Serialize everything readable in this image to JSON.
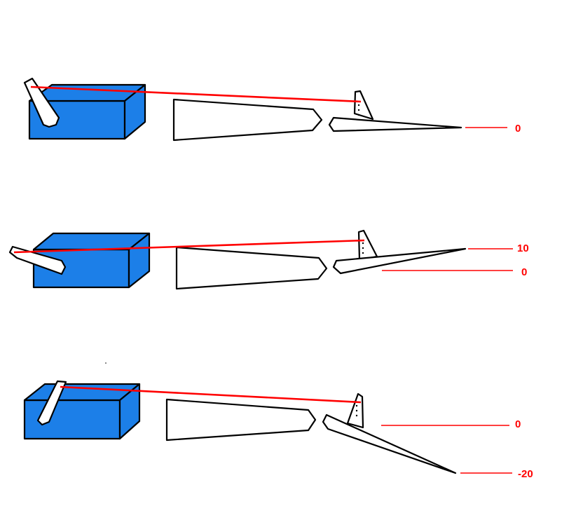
{
  "colors": {
    "box": "#1c7fe8",
    "cable": "#ff0000",
    "label": "#ff0000",
    "outline": "#000000",
    "background": "#ffffff"
  },
  "panels": [
    {
      "labels": [
        "0"
      ]
    },
    {
      "labels": [
        "10",
        "0"
      ]
    },
    {
      "labels": [
        "0",
        "-20"
      ]
    }
  ]
}
